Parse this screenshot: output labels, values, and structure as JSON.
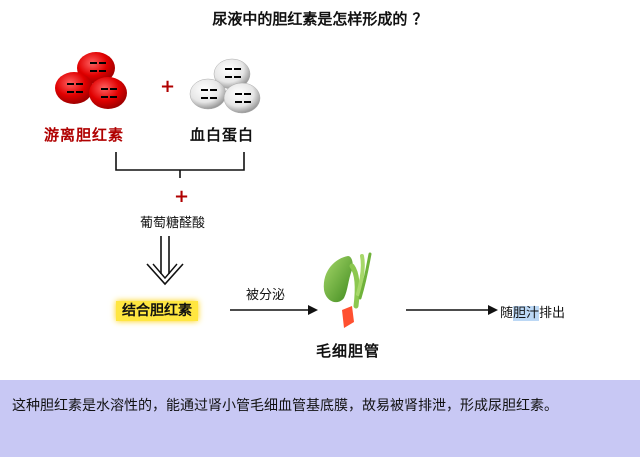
{
  "title": "尿液中的胆红素是怎样形成的 ？",
  "inputs": {
    "free_bilirubin": "游离胆红素",
    "albumin": "血白蛋白",
    "plus_1": "+",
    "plus_2": "+"
  },
  "glucuronic_acid": "葡萄糖醛酸",
  "conjugated_bilirubin": "结合胆红素",
  "secreted_label": "被分泌",
  "capillary_label": "毛细胆管",
  "bile_excretion": {
    "prefix": "随",
    "highlight": "胆汁",
    "suffix": "排出"
  },
  "explanation": "这种胆红素是水溶性的，能通过肾小管毛细血管基底膜，故易被肾排泄，形成尿胆红素。",
  "colors": {
    "red_cell": "#e00000",
    "label_red": "#b00000",
    "highlight_yellow": "#ffe640",
    "band": "#c8c8f4",
    "gallbladder_green": "#6fb23a",
    "duct_red": "#ff5030"
  }
}
